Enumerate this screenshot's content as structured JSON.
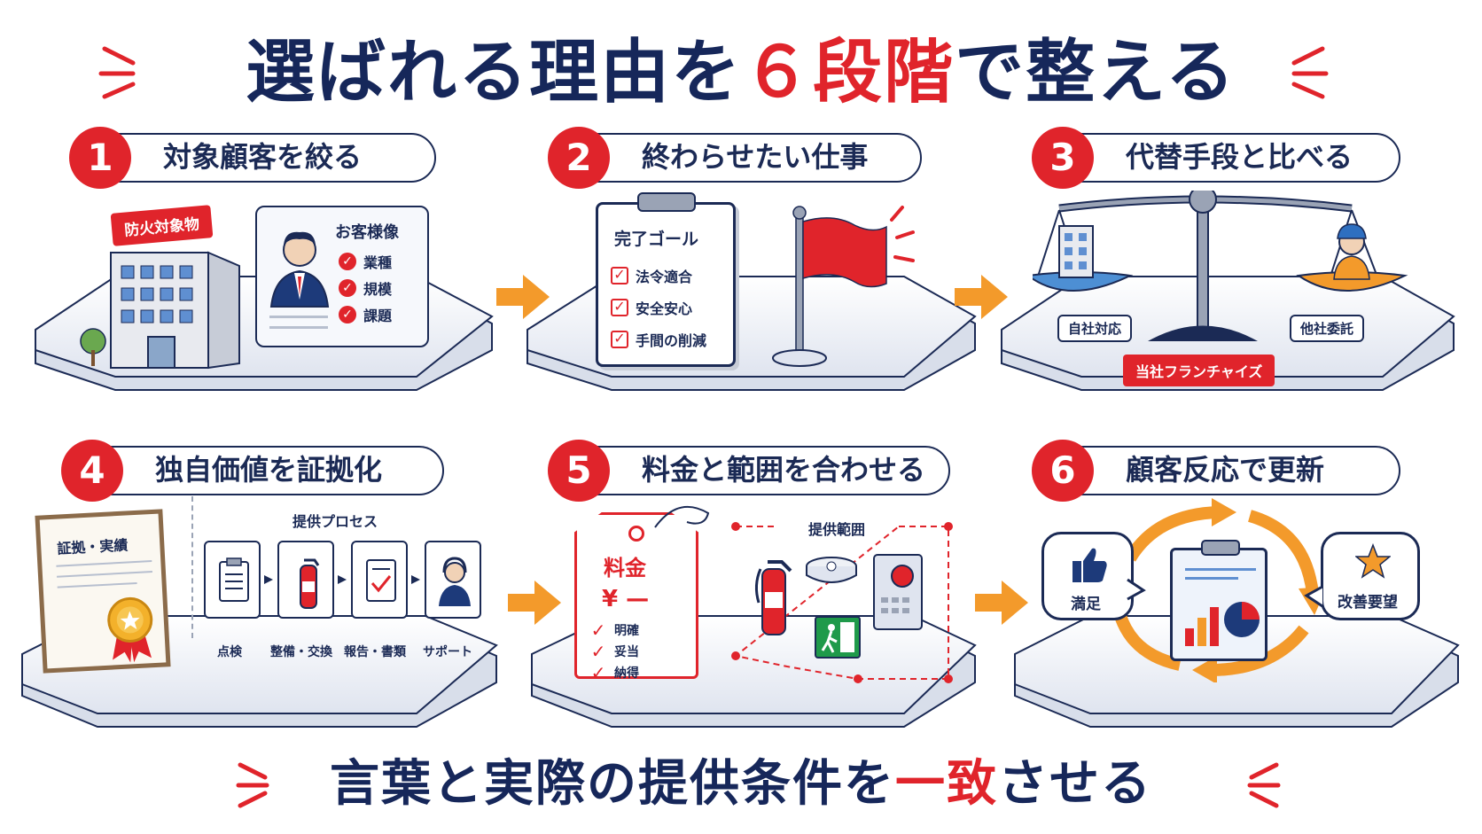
{
  "headline": {
    "part1": "選ばれる理由を",
    "highlight": "６段階",
    "part2": "で整える"
  },
  "steps": [
    {
      "num": "1",
      "label": "対象顧客を絞る"
    },
    {
      "num": "2",
      "label": "終わらせたい仕事"
    },
    {
      "num": "3",
      "label": "代替手段と比べる"
    },
    {
      "num": "4",
      "label": "独自価値を証拠化"
    },
    {
      "num": "5",
      "label": "料金と範囲を合わせる"
    },
    {
      "num": "6",
      "label": "顧客反応で更新"
    }
  ],
  "step1": {
    "building_sign": "防火対象物",
    "card_title": "お客様像",
    "checks": [
      "業種",
      "規模",
      "課題"
    ]
  },
  "step2": {
    "clipboard_title": "完了ゴール",
    "checks": [
      "法令適合",
      "安全安心",
      "手間の削減"
    ]
  },
  "step3": {
    "left_label": "自社対応",
    "right_label": "他社委託",
    "center_label": "当社フランチャイズ"
  },
  "step4": {
    "certificate_title": "証拠・実績",
    "process_title": "提供プロセス",
    "process": [
      "点検",
      "整備・交換",
      "報告・書類",
      "サポート"
    ]
  },
  "step5": {
    "tag_title": "料金",
    "price_symbol": "¥ —",
    "checks": [
      "明確",
      "妥当",
      "納得"
    ],
    "scope_title": "提供範囲"
  },
  "step6": {
    "left_bubble": "満足",
    "right_bubble": "改善要望"
  },
  "footer": {
    "part1": "言葉と実際の提供条件を",
    "highlight": "一致",
    "part2": "させる"
  },
  "colors": {
    "navy": "#16275a",
    "red": "#e0242b",
    "orange": "#f39a2b",
    "platform": "#e9edf6"
  }
}
